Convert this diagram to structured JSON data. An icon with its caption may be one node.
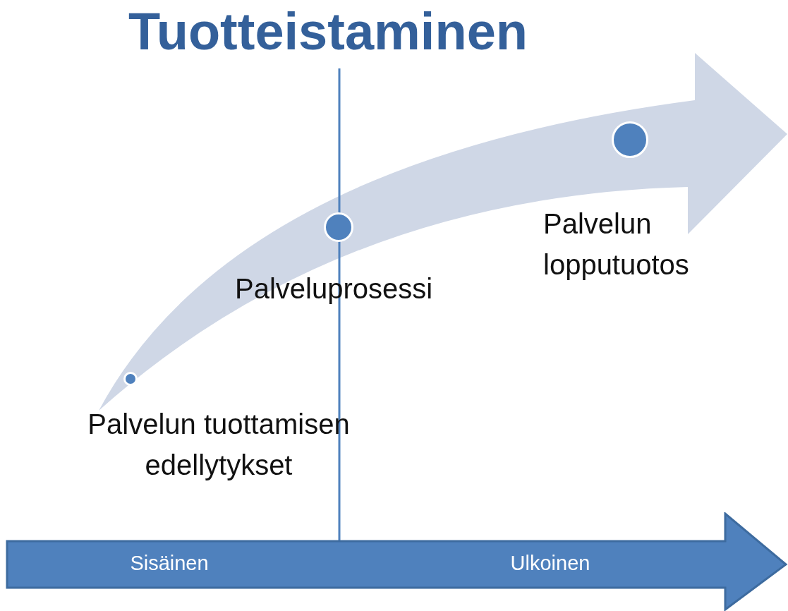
{
  "diagram": {
    "title": "Tuotteistaminen",
    "nodes": [
      {
        "text": [],
        "shape": "circle",
        "beside": [
          "Palvelun tuottamisen edellytykset"
        ]
      },
      {
        "text": [],
        "shape": "circle",
        "beside": [
          "Palveluprosessi"
        ]
      },
      {
        "text": [],
        "shape": "circle",
        "beside": [
          "Palvelun lopputuotos"
        ]
      },
      {
        "text": [
          "Sisäinen",
          "Ulkoinen"
        ]
      }
    ]
  }
}
